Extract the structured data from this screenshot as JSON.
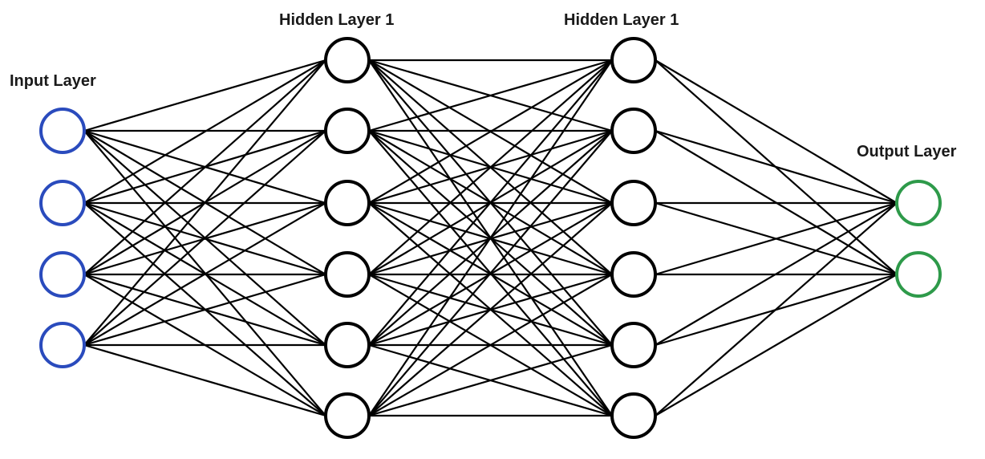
{
  "diagram": {
    "layers": [
      {
        "label": "Input Layer",
        "nodes": 4,
        "color": "#2a4bbd"
      },
      {
        "label": "Hidden Layer 1",
        "nodes": 6,
        "color": "#000000"
      },
      {
        "label": "Hidden Layer 1",
        "nodes": 6,
        "color": "#000000"
      },
      {
        "label": "Output Layer",
        "nodes": 2,
        "color": "#2e9a4a"
      }
    ],
    "connections": "fully-connected",
    "edge_color": "#000000"
  }
}
